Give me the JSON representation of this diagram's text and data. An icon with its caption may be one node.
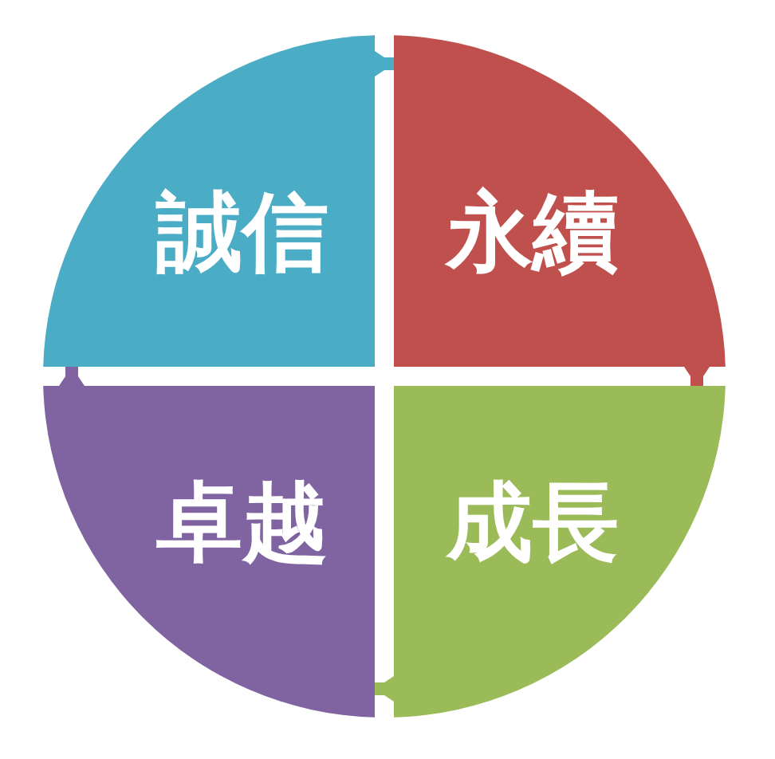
{
  "diagram": {
    "nodes": [
      {
        "text": [
          "誠信"
        ]
      },
      {
        "text": [
          "永續"
        ]
      },
      {
        "text": [
          "卓越"
        ]
      },
      {
        "text": [
          "成長"
        ]
      }
    ],
    "edges": [
      {
        "from": 0,
        "to": 1,
        "arrow": "to",
        "color": "#4bacc6"
      },
      {
        "from": 1,
        "to": 3,
        "arrow": "to",
        "color": "#c0504d"
      },
      {
        "from": 3,
        "to": 2,
        "arrow": "to",
        "color": "#9bbb59"
      },
      {
        "from": 2,
        "to": 0,
        "arrow": "to",
        "color": "#8064a2"
      }
    ]
  }
}
